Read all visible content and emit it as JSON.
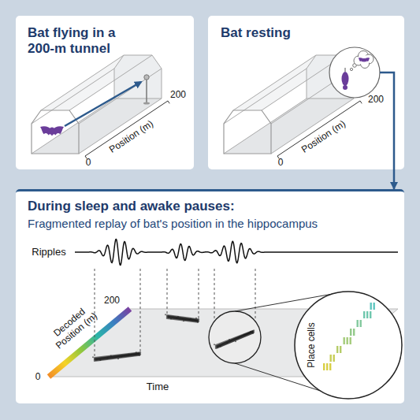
{
  "diagram": {
    "nodes": [
      {
        "text": [
          "Bat flying in a 200-m tunnel"
        ]
      },
      {
        "text": [
          "Bat resting"
        ]
      },
      {
        "text": [
          "During sleep and awake pauses:",
          "Fragmented replay of bat's position in the hippocampus"
        ]
      }
    ],
    "edges": [
      {
        "from": 1,
        "to": 2,
        "arrow": "to"
      }
    ],
    "labels": [
      "Position (m)",
      "0",
      "200",
      "Position (m)",
      "0",
      "200",
      "Ripples",
      "Decoded Position (m)",
      "200",
      "0",
      "Time",
      "Place cells"
    ]
  }
}
